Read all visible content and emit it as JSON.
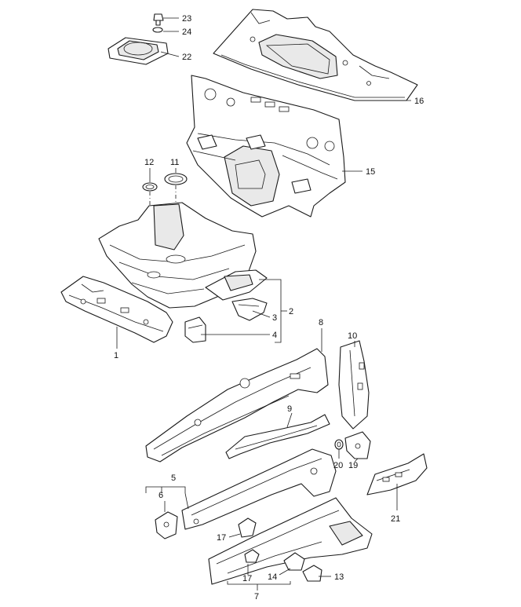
{
  "callouts": {
    "c1": "1",
    "c2": "2",
    "c3": "3",
    "c4": "4",
    "c5": "5",
    "c6": "6",
    "c7": "7",
    "c8": "8",
    "c9": "9",
    "c10": "10",
    "c11": "11",
    "c12": "12",
    "c13": "13",
    "c14": "14",
    "c15": "15",
    "c16": "16",
    "c17a": "17",
    "c17b": "17",
    "c19": "19",
    "c20": "20",
    "c21": "21",
    "c22": "22",
    "c23": "23",
    "c24": "24"
  }
}
